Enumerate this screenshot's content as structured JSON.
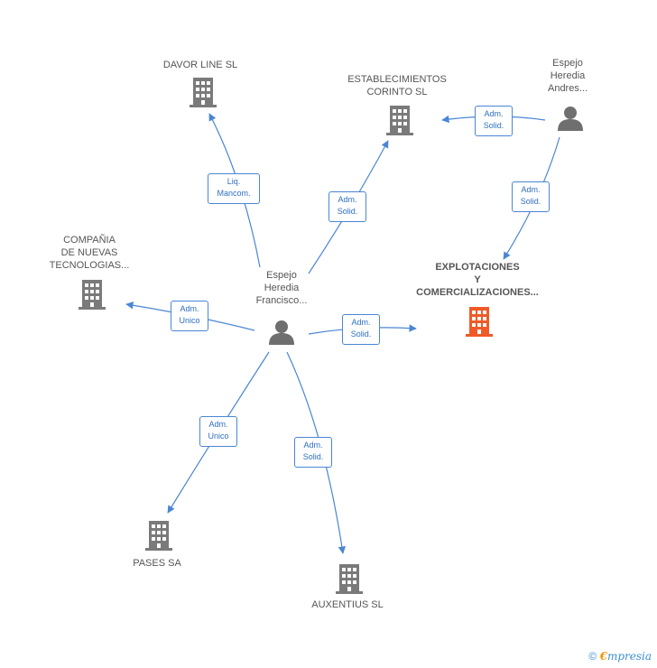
{
  "colors": {
    "edge": "#4a86d4",
    "company_icon": "#7a7a7a",
    "main_company_icon": "#f05a28",
    "person_icon": "#6f6f6f",
    "badge_text": "#2f6fc2"
  },
  "nodes": {
    "davor": {
      "label": "DAVOR LINE SL",
      "icon": "building-icon"
    },
    "establecimientos": {
      "label_1": "ESTABLECIMIENTOS",
      "label_2": "CORINTO SL",
      "icon": "building-icon"
    },
    "andres": {
      "label_1": "Espejo",
      "label_2": "Heredia",
      "label_3": "Andres...",
      "icon": "person-icon"
    },
    "compania": {
      "label_1": "COMPAÑIA",
      "label_2": "DE NUEVAS",
      "label_3": "TECNOLOGIAS...",
      "icon": "building-icon"
    },
    "francisco": {
      "label_1": "Espejo",
      "label_2": "Heredia",
      "label_3": "Francisco...",
      "icon": "person-icon"
    },
    "explotaciones": {
      "label_1": "EXPLOTACIONES",
      "label_2": "Y",
      "label_3": "COMERCIALIZACIONES...",
      "icon": "building-icon"
    },
    "pases": {
      "label": "PASES SA",
      "icon": "building-icon"
    },
    "auxentius": {
      "label": "AUXENTIUS SL",
      "icon": "building-icon"
    }
  },
  "edges": {
    "davor": {
      "line_1": "Liq.",
      "line_2": "Mancom."
    },
    "establecimientos_from_francisco": {
      "line_1": "Adm.",
      "line_2": "Solid."
    },
    "establecimientos_from_andres": {
      "line_1": "Adm.",
      "line_2": "Solid."
    },
    "explotaciones_from_andres": {
      "line_1": "Adm.",
      "line_2": "Solid."
    },
    "compania": {
      "line_1": "Adm.",
      "line_2": "Unico"
    },
    "explotaciones_from_francisco": {
      "line_1": "Adm.",
      "line_2": "Solid."
    },
    "pases": {
      "line_1": "Adm.",
      "line_2": "Unico"
    },
    "auxentius": {
      "line_1": "Adm.",
      "line_2": "Solid."
    }
  },
  "footer": {
    "copyright": "©",
    "brand_first": "€",
    "brand_rest": "mpresia"
  }
}
